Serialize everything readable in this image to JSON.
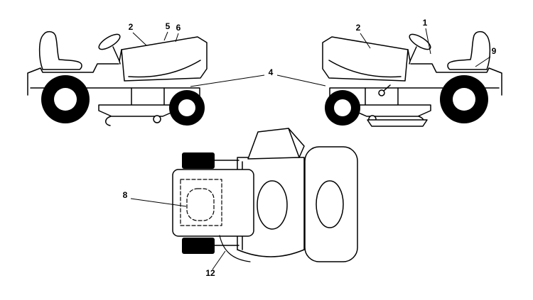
{
  "figure": {
    "background_color": "#ffffff",
    "line_color": "#000000",
    "callouts": {
      "left_hood": "2",
      "hood_top_a": "5",
      "hood_top_b": "6",
      "both_side_panels": "4",
      "right_hood": "2",
      "steering_area": "1",
      "rear_fender": "9",
      "deck_top_view": "8",
      "deck_chute": "12"
    }
  }
}
